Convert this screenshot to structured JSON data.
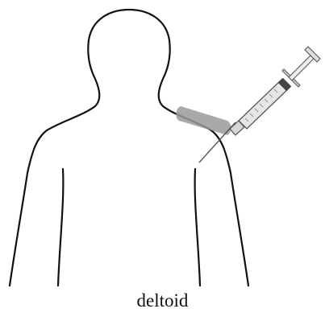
{
  "caption": "deltoid",
  "colors": {
    "outline": "#111111",
    "syringe_fill": "#e6e6e6",
    "syringe_stroke": "#555555",
    "deltoid_shade": "#9a9a9a",
    "background": "#ffffff"
  },
  "icons": {
    "figure": "human-upper-body-outline",
    "syringe": "syringe-icon",
    "injection_site": "deltoid-muscle-shading"
  }
}
